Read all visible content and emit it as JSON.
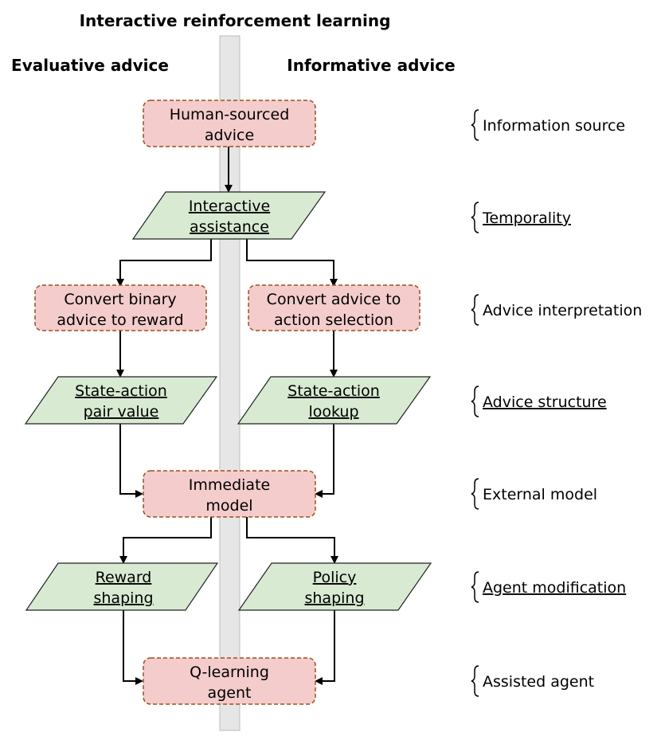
{
  "title": "Interactive reinforcement learning",
  "columns": {
    "left": "Evaluative advice",
    "right": "Informative advice"
  },
  "nodes": {
    "human_sourced": [
      "Human-sourced",
      "advice"
    ],
    "interactive_assistance": [
      "Interactive",
      "assistance"
    ],
    "convert_binary": [
      "Convert binary",
      "advice to reward"
    ],
    "convert_action": [
      "Convert advice to",
      "action selection"
    ],
    "state_action_pair": [
      "State-action",
      "pair value"
    ],
    "state_action_lookup": [
      "State-action",
      "lookup"
    ],
    "immediate_model": [
      "Immediate",
      "model"
    ],
    "reward_shaping": [
      "Reward",
      "shaping"
    ],
    "policy_shaping": [
      "Policy",
      "shaping"
    ],
    "q_learning": [
      "Q-learning",
      "agent"
    ]
  },
  "layers": [
    "Information source",
    "Temporality",
    "Advice interpretation",
    "Advice structure",
    "External model",
    "Agent modification",
    "Assisted agent"
  ],
  "colors": {
    "process_fill": "#f4cccc",
    "process_stroke": "#9b4f1c",
    "data_fill": "#d9ead3",
    "data_stroke": "#222222",
    "center_bar": "#e6e6e6"
  }
}
